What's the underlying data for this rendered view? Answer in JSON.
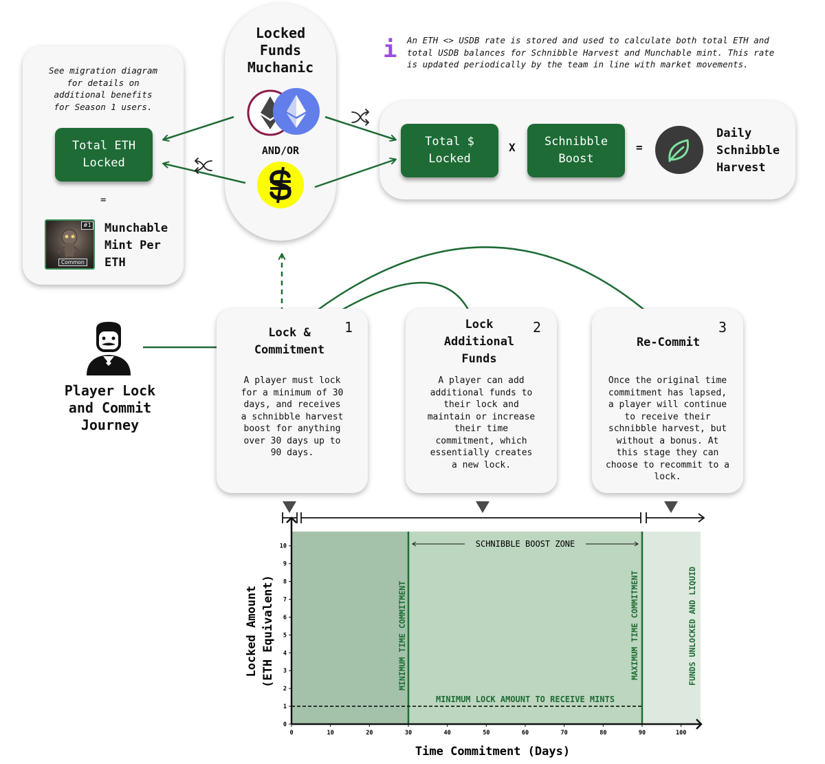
{
  "left_panel": {
    "note": "See migration diagram\nfor details on\nadditional benefits\nfor Season 1 users.",
    "total_eth_locked": "Total ETH\nLocked",
    "equals": "=",
    "badge_number": "#1",
    "badge_rarity": "Common",
    "munchable_label": "Munchable\nMint Per\nETH"
  },
  "center_panel": {
    "title": "Locked\nFunds\nMuchanic",
    "and_or": "AND/OR"
  },
  "info_note": {
    "icon_glyph": "i",
    "text": "An ETH <> USDB rate is stored and used to calculate both total ETH and\ntotal USDB balances for Schnibble Harvest and Munchable mint. This rate\nis updated periodically by the team in line with market movements."
  },
  "right_panel": {
    "total_locked": "Total $\nLocked",
    "times": "X",
    "schnibble_boost": "Schnibble\nBoost",
    "equals": "=",
    "daily_harvest": "Daily\nSchnibble\nHarvest"
  },
  "player": {
    "label": "Player Lock\nand Commit\nJourney"
  },
  "steps": [
    {
      "number": "1",
      "title": "Lock &\nCommitment",
      "body": "A player must lock\nfor a minimum of 30\ndays, and receives\na schnibble harvest\nboost for anything\nover 30 days up to\n90 days."
    },
    {
      "number": "2",
      "title": "Lock\nAdditional\nFunds",
      "body": "A player can add\nadditional funds to\ntheir lock and\nmaintain or increase\ntheir time\ncommitment, which\nessentially creates\na new lock."
    },
    {
      "number": "3",
      "title": "Re-Commit",
      "body": "Once the original time\ncommitment has lapsed,\na player will continue\nto receive their\nschnibble harvest, but\nwithout a bonus. At\nthis stage they can\nchoose to recommit to a\nlock."
    }
  ],
  "chart": {
    "ylabel": "Locked Amount\n(ETH Equivalent)",
    "xlabel": "Time Commitment (Days)",
    "x_ticks": [
      0,
      10,
      20,
      30,
      40,
      50,
      60,
      70,
      80,
      90,
      100
    ],
    "y_ticks": [
      0,
      1,
      2,
      3,
      4,
      5,
      6,
      7,
      8,
      9,
      10
    ],
    "x_range": [
      0,
      105
    ],
    "y_range": [
      0,
      10.8
    ],
    "regions": [
      {
        "from": 0,
        "to": 30,
        "color": "#a4c2aa"
      },
      {
        "from": 30,
        "to": 90,
        "color": "#bdd6bf"
      },
      {
        "from": 90,
        "to": 105,
        "color": "#dde9de"
      }
    ],
    "min_commit_day": 30,
    "max_commit_day": 90,
    "min_lock_amount": 1,
    "boost_zone_label": "SCHNIBBLE BOOST ZONE",
    "min_commit_label": "MINIMUM TIME COMMITMENT",
    "max_commit_label": "MAXIMUM TIME COMMITMENT",
    "unlocked_label": "FUNDS UNLOCKED AND LIQUID",
    "min_lock_label": "MINIMUM LOCK AMOUNT TO RECEIVE MINTS"
  },
  "colors": {
    "accent_green": "#1e6b35",
    "eth_blue": "#627eea",
    "usdb_yellow": "#fcfc03",
    "info_purple": "#9b4de0",
    "leaf_dark": "#3a3a3a",
    "leaf_green": "#7fe0a0"
  }
}
